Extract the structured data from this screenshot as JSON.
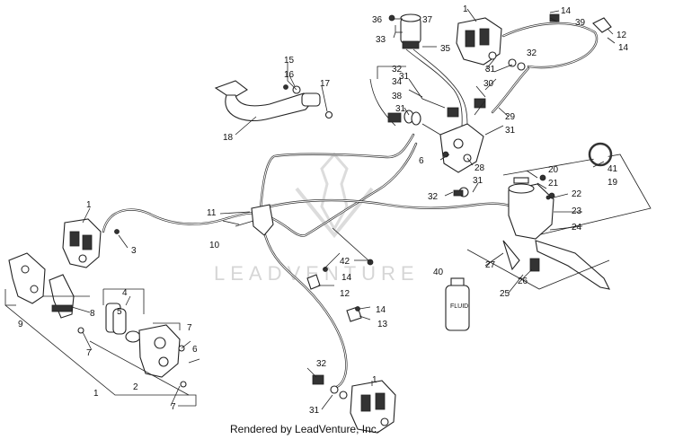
{
  "diagram": {
    "callouts": [
      {
        "id": "c1a",
        "text": "1"
      },
      {
        "id": "c1b",
        "text": "1"
      },
      {
        "id": "c1c",
        "text": "1"
      },
      {
        "id": "c1d",
        "text": "1"
      },
      {
        "id": "c2",
        "text": "2"
      },
      {
        "id": "c3",
        "text": "3"
      },
      {
        "id": "c4",
        "text": "4"
      },
      {
        "id": "c5",
        "text": "5"
      },
      {
        "id": "c6a",
        "text": "6"
      },
      {
        "id": "c6b",
        "text": "6"
      },
      {
        "id": "c7a",
        "text": "7"
      },
      {
        "id": "c7b",
        "text": "7"
      },
      {
        "id": "c7c",
        "text": "7"
      },
      {
        "id": "c8",
        "text": "8"
      },
      {
        "id": "c9",
        "text": "9"
      },
      {
        "id": "c10",
        "text": "10"
      },
      {
        "id": "c11",
        "text": "11"
      },
      {
        "id": "c12a",
        "text": "12"
      },
      {
        "id": "c12b",
        "text": "12"
      },
      {
        "id": "c13",
        "text": "13"
      },
      {
        "id": "c14a",
        "text": "14"
      },
      {
        "id": "c14b",
        "text": "14"
      },
      {
        "id": "c14c",
        "text": "14"
      },
      {
        "id": "c14d",
        "text": "14"
      },
      {
        "id": "c15",
        "text": "15"
      },
      {
        "id": "c16",
        "text": "16"
      },
      {
        "id": "c17",
        "text": "17"
      },
      {
        "id": "c18",
        "text": "18"
      },
      {
        "id": "c19",
        "text": "19"
      },
      {
        "id": "c20",
        "text": "20"
      },
      {
        "id": "c21",
        "text": "21"
      },
      {
        "id": "c22",
        "text": "22"
      },
      {
        "id": "c23",
        "text": "23"
      },
      {
        "id": "c24",
        "text": "24"
      },
      {
        "id": "c25",
        "text": "25"
      },
      {
        "id": "c26",
        "text": "26"
      },
      {
        "id": "c27",
        "text": "27"
      },
      {
        "id": "c28",
        "text": "28"
      },
      {
        "id": "c29",
        "text": "29"
      },
      {
        "id": "c30",
        "text": "30"
      },
      {
        "id": "c31a",
        "text": "31"
      },
      {
        "id": "c31b",
        "text": "31"
      },
      {
        "id": "c31c",
        "text": "31"
      },
      {
        "id": "c31d",
        "text": "31"
      },
      {
        "id": "c31e",
        "text": "31"
      },
      {
        "id": "c31f",
        "text": "31"
      },
      {
        "id": "c32a",
        "text": "32"
      },
      {
        "id": "c32b",
        "text": "32"
      },
      {
        "id": "c32c",
        "text": "32"
      },
      {
        "id": "c32d",
        "text": "32"
      },
      {
        "id": "c33",
        "text": "33"
      },
      {
        "id": "c34",
        "text": "34"
      },
      {
        "id": "c35",
        "text": "35"
      },
      {
        "id": "c36",
        "text": "36"
      },
      {
        "id": "c37",
        "text": "37"
      },
      {
        "id": "c38",
        "text": "38"
      },
      {
        "id": "c39",
        "text": "39"
      },
      {
        "id": "c40",
        "text": "40"
      },
      {
        "id": "c41",
        "text": "41"
      },
      {
        "id": "c42",
        "text": "42"
      }
    ],
    "bottle_label": "FLUID",
    "watermark": "LEADVENTURE",
    "footer": "Rendered by LeadVenture, Inc."
  }
}
